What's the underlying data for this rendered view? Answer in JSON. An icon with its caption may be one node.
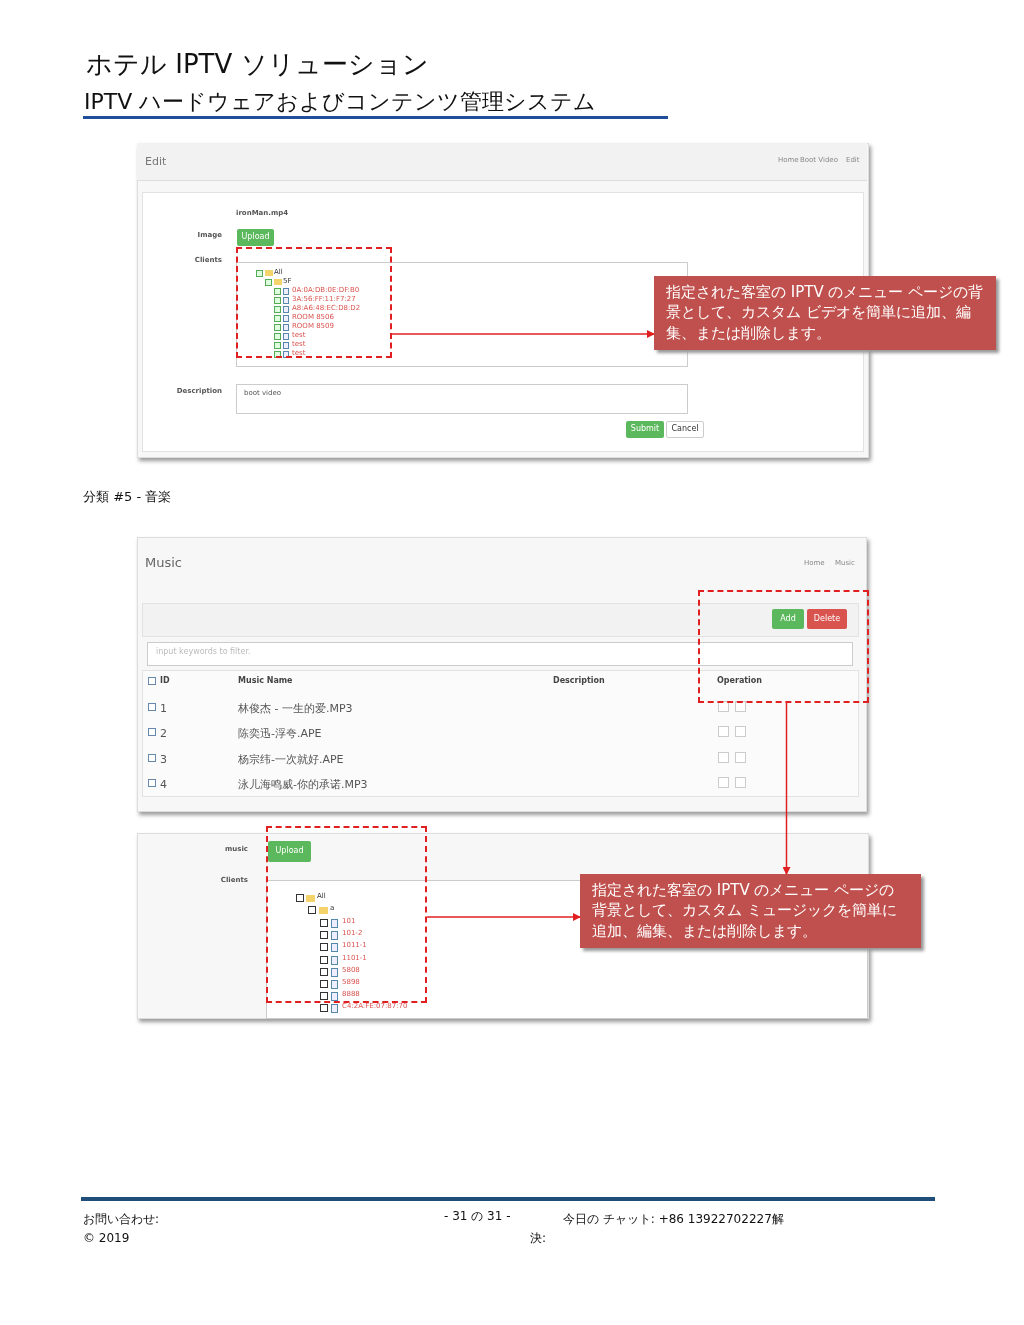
{
  "diagram": {
    "title": "ホテル IPTV ソリューション",
    "nodes": [
      {
        "text": [],
        "shape": "box"
      },
      {
        "text": [
          "指定された客室の IPTV のメニュー ページの背景として、カスタム ビデオを簡単に追加、編集、または削除します。"
        ]
      },
      {
        "text": [],
        "shape": "box"
      },
      {
        "text": [],
        "shape": "box"
      },
      {
        "text": [
          "指定された客室の IPTV のメニュー ページの背景として、カスタム ミュージックを簡単に追加、編集、または削除します。"
        ]
      }
    ],
    "edges": [
      {
        "from": 0,
        "to": 1,
        "arrow": "to"
      },
      {
        "from": 2,
        "to": 4,
        "arrow": "to"
      },
      {
        "from": 3,
        "to": 4,
        "arrow": "to"
      }
    ],
    "labels": [
      "IPTV ハードウェアおよびコンテンツ管理システム",
      "Edit",
      "Home",
      "Boot Video",
      "Edit",
      "ironMan.mp4",
      "Image",
      "Upload",
      "Clients",
      "All",
      "5F",
      "0A:0A:DB:0E:DF:B0",
      "3A:56:FF:11:F7:27",
      "A8:A6:48:EC:D8:D2",
      "ROOM 8506",
      "ROOM 8509",
      "test",
      "test",
      "test",
      "Description",
      "boot video",
      "Submit",
      "Cancel",
      "分類 #5 - 音楽",
      "Music",
      "Home",
      "Music",
      "Add",
      "Delete",
      "input keywords to filter.",
      "ID",
      "Music Name",
      "Description",
      "Operation",
      "1",
      "林俊杰 - 一生的爱.MP3",
      "2",
      "陈奕迅-浮夸.APE",
      "3",
      "杨宗纬-一次就好.APE",
      "4",
      "泳儿海鸣威-你的承诺.MP3",
      "music",
      "Upload",
      "Clients",
      "All",
      "a",
      "101",
      "101-2",
      "1011-1",
      "1101-1",
      "5808",
      "5898",
      "8888",
      "C4:2A:FE:07:87:70",
      "お問い合わせ:",
      "© 2019",
      "- 31 の 31 -",
      "今日の チャット: +86 13922702227解",
      "決:"
    ]
  }
}
